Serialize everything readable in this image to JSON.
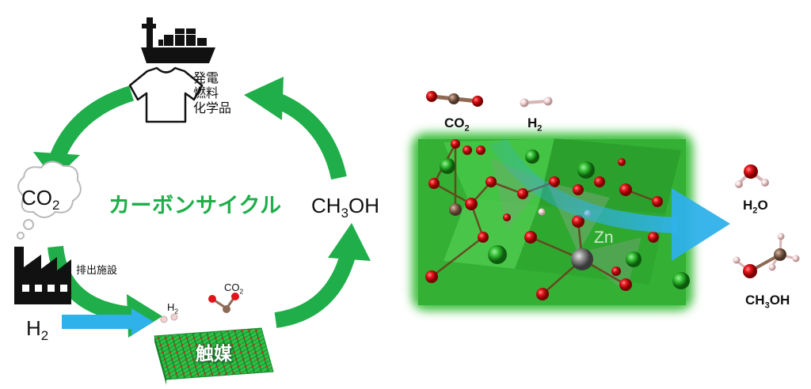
{
  "uses_label": "発電\n燃料\n化学品",
  "co2_cloud": {
    "base": "CO",
    "sub": "2"
  },
  "cycle_label": "カーボンサイクル",
  "methanol_left": {
    "a": "CH",
    "sub": "3",
    "b": "OH"
  },
  "emission_label": "排出施設",
  "h2_left": {
    "base": "H",
    "sub": "2"
  },
  "catalyst_h2": {
    "base": "H",
    "sub": "2"
  },
  "catalyst_co2": {
    "base": "CO",
    "sub": "2"
  },
  "catalyst_label": "触媒",
  "right_co2": {
    "base": "CO",
    "sub": "2"
  },
  "right_h2": {
    "base": "H",
    "sub": "2"
  },
  "zn_label": "Zn",
  "right_h2o": {
    "a": "H",
    "sub": "2",
    "b": "O"
  },
  "right_methanol": {
    "a": "CH",
    "sub": "3",
    "b": "OH"
  },
  "colors": {
    "cycle_green": "#1fae4a",
    "arrow_blue": "#2fb1ea",
    "oxygen": "#e3151a",
    "carbon": "#8e6a55",
    "hydrogen": "#f0d2d2",
    "zinc": "#7f7f7f"
  }
}
